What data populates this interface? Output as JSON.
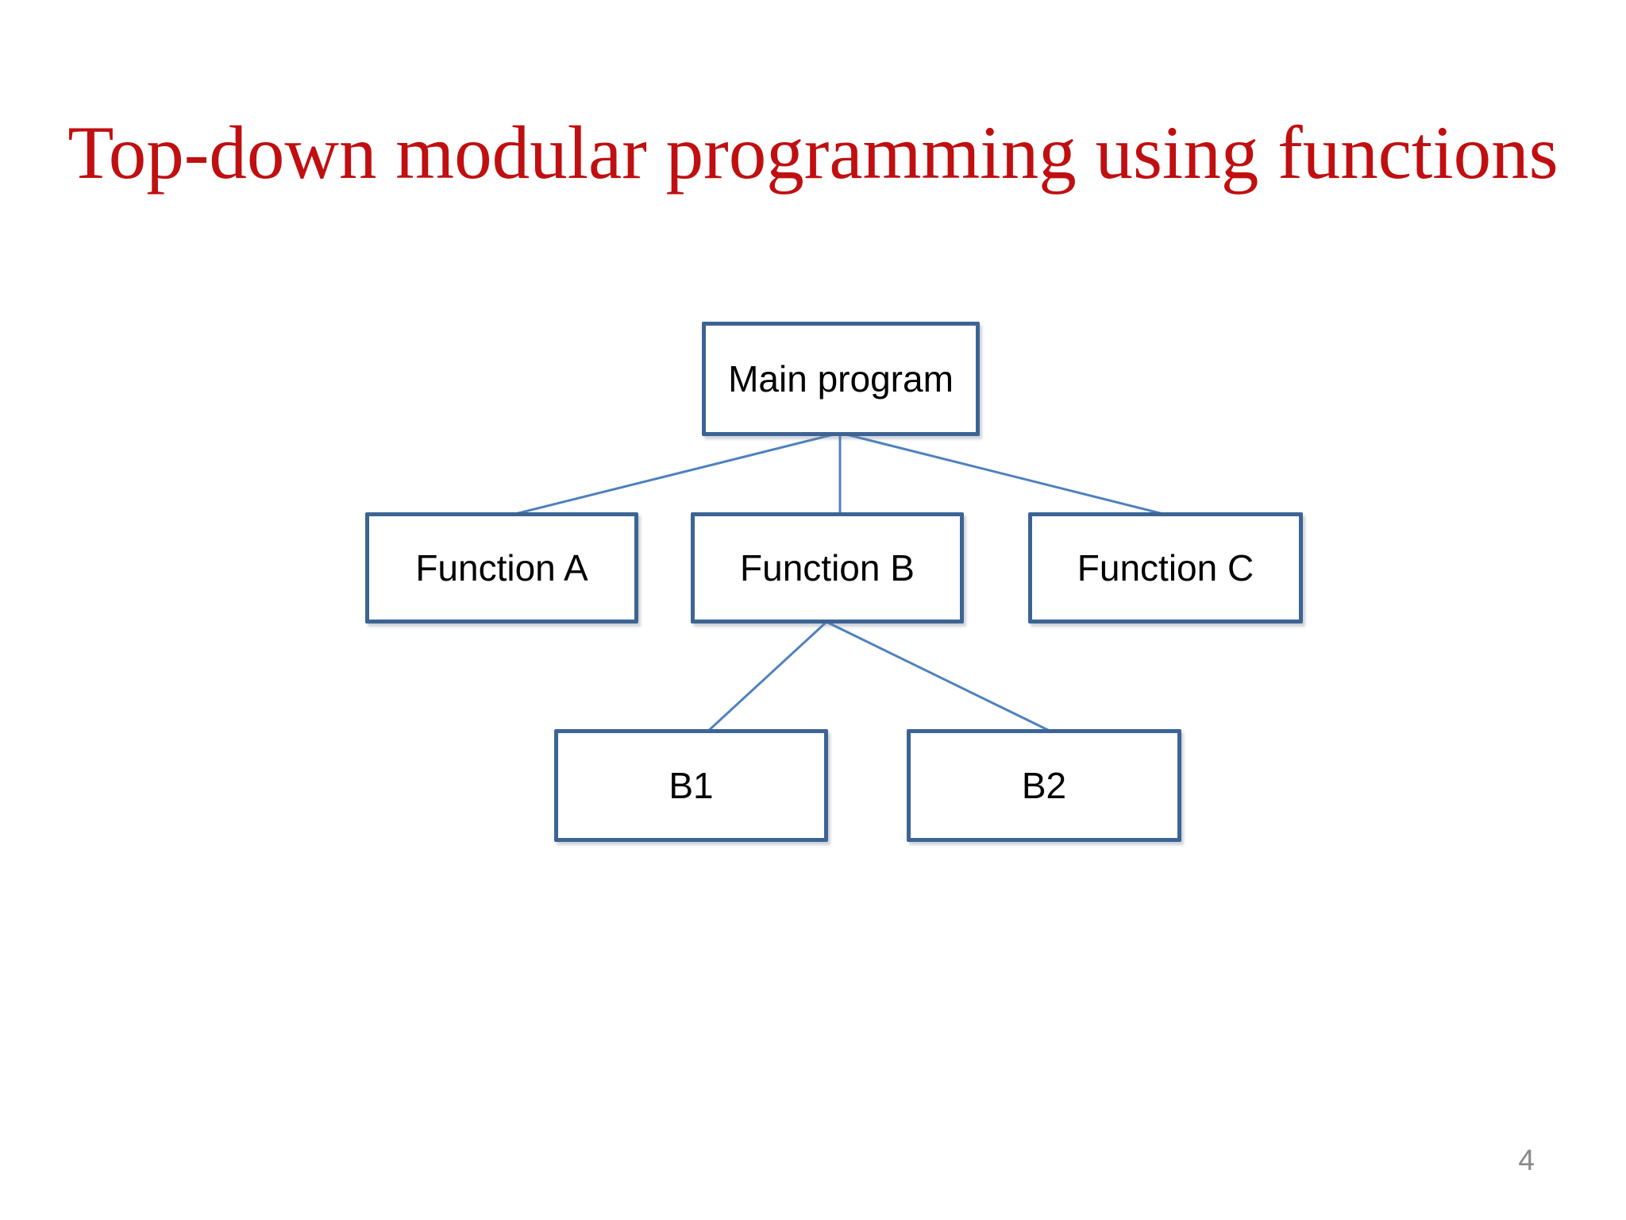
{
  "slide": {
    "title": "Top-down modular programming using functions",
    "page_number": "4",
    "colors": {
      "title_text": "#c00f10",
      "node_border": "#3c6494",
      "connector_line": "#4f81bd",
      "node_text": "#000000",
      "page_number_text": "#898989",
      "background": "#ffffff"
    }
  },
  "diagram": {
    "type": "tree",
    "nodes": [
      {
        "id": "main",
        "label": "Main program"
      },
      {
        "id": "fa",
        "label": "Function A"
      },
      {
        "id": "fb",
        "label": "Function B"
      },
      {
        "id": "fc",
        "label": "Function C"
      },
      {
        "id": "b1",
        "label": "B1"
      },
      {
        "id": "b2",
        "label": "B2"
      }
    ],
    "edges": [
      {
        "from": "main",
        "to": "fa"
      },
      {
        "from": "main",
        "to": "fb"
      },
      {
        "from": "main",
        "to": "fc"
      },
      {
        "from": "fb",
        "to": "b1"
      },
      {
        "from": "fb",
        "to": "b2"
      }
    ]
  }
}
